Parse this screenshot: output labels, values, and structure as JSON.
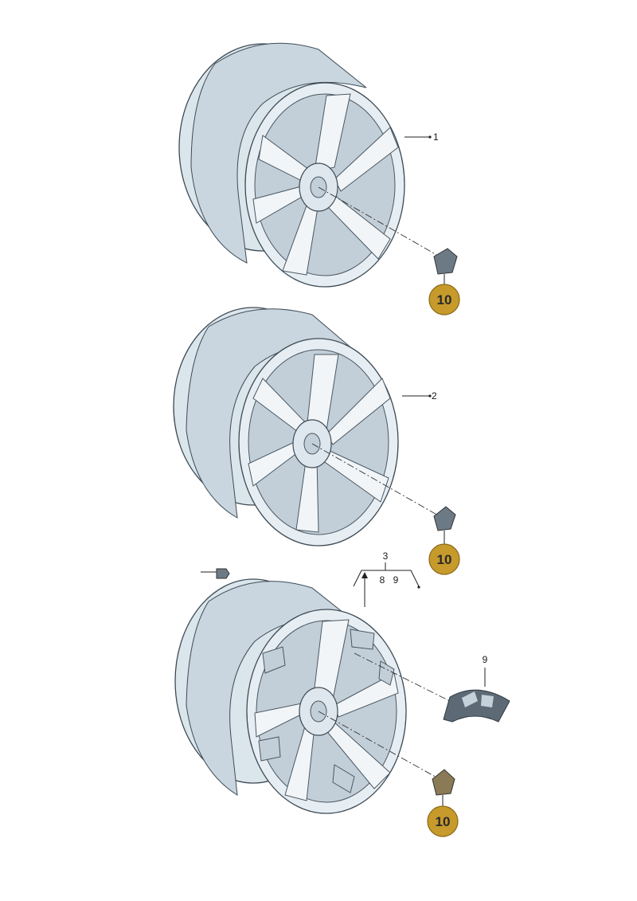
{
  "callouts": {
    "wheel1": "1",
    "wheel2": "2",
    "wheel3_group": "3",
    "wheel3_sub_a": "8",
    "wheel3_sub_b": "9",
    "insert": "9",
    "cap1": "10",
    "cap2": "10",
    "cap3": "10"
  },
  "colors": {
    "badge": "#c79a2c",
    "rim": "#dbe5ec",
    "outline": "#3e4b55"
  }
}
